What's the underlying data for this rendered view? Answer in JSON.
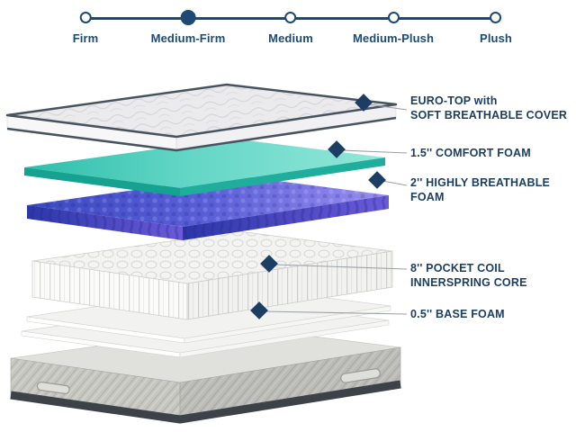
{
  "firmness_scale": {
    "options": [
      {
        "label": "Firm",
        "selected": false
      },
      {
        "label": "Medium-Firm",
        "selected": true
      },
      {
        "label": "Medium",
        "selected": false
      },
      {
        "label": "Medium-Plush",
        "selected": false
      },
      {
        "label": "Plush",
        "selected": false
      }
    ]
  },
  "diagram": {
    "labels": [
      {
        "layer": "euro-top",
        "lines": [
          "EURO-TOP with",
          "SOFT BREATHABLE COVER"
        ]
      },
      {
        "layer": "comfort-foam",
        "lines": [
          "1.5'' COMFORT FOAM"
        ]
      },
      {
        "layer": "highly-breathable-foam",
        "lines": [
          "2'' HIGHLY BREATHABLE",
          "FOAM"
        ]
      },
      {
        "layer": "pocket-coil-core",
        "lines": [
          "8'' POCKET COIL",
          "INNERSPRING CORE"
        ]
      },
      {
        "layer": "base-foam",
        "lines": [
          "0.5'' BASE FOAM"
        ]
      }
    ]
  },
  "colors": {
    "navy": "#1c3e63",
    "scale_navy": "#1c4a75",
    "teal": "#3fc6b4",
    "blue": "#4a55cd",
    "marker": "#1c3e63"
  }
}
